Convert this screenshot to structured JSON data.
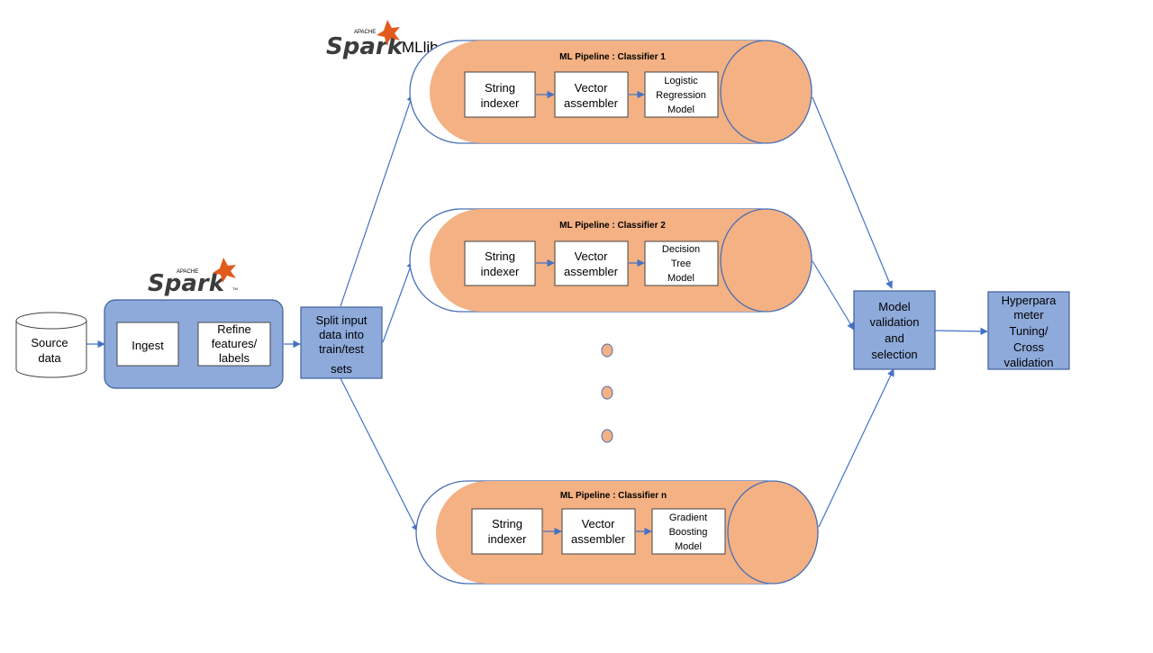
{
  "source": {
    "lines": [
      "Source",
      "data"
    ]
  },
  "spark_logo": {
    "top": "APACHE",
    "word": "Spark",
    "tm": "TM"
  },
  "mllib_logo": {
    "top": "APACHE",
    "word": "Spark",
    "suffix": "MLlib"
  },
  "spark_stage": {
    "ingest": "Ingest",
    "refine": [
      "Refine",
      "features/",
      "labels"
    ]
  },
  "split": {
    "lines": [
      "Split input",
      "data into",
      "train/test",
      "sets"
    ]
  },
  "pipelines": [
    {
      "title": "ML Pipeline : Classifier 1",
      "string_indexer": [
        "String",
        "indexer"
      ],
      "vector_assembler": [
        "Vector",
        "assembler"
      ],
      "model": [
        "Logistic",
        "Regression",
        "Model"
      ]
    },
    {
      "title": "ML Pipeline : Classifier 2",
      "string_indexer": [
        "String",
        "indexer"
      ],
      "vector_assembler": [
        "Vector",
        "assembler"
      ],
      "model": [
        "Decision",
        "Tree",
        "Model"
      ]
    },
    {
      "title": "ML Pipeline : Classifier n",
      "string_indexer": [
        "String",
        "indexer"
      ],
      "vector_assembler": [
        "Vector",
        "assembler"
      ],
      "model": [
        "Gradient",
        "Boosting",
        "Model"
      ]
    }
  ],
  "validation": {
    "lines": [
      "Model",
      "validation",
      "and",
      "selection"
    ]
  },
  "hyper": {
    "lines": [
      "Hyperpara",
      "meter",
      "Tuning/",
      "Cross",
      "validation"
    ]
  },
  "colors": {
    "pipeline_fill": "#f4b183",
    "blue_box": "#8eaadb",
    "connector": "#4472c4",
    "spark_star": "#e25a1c"
  }
}
